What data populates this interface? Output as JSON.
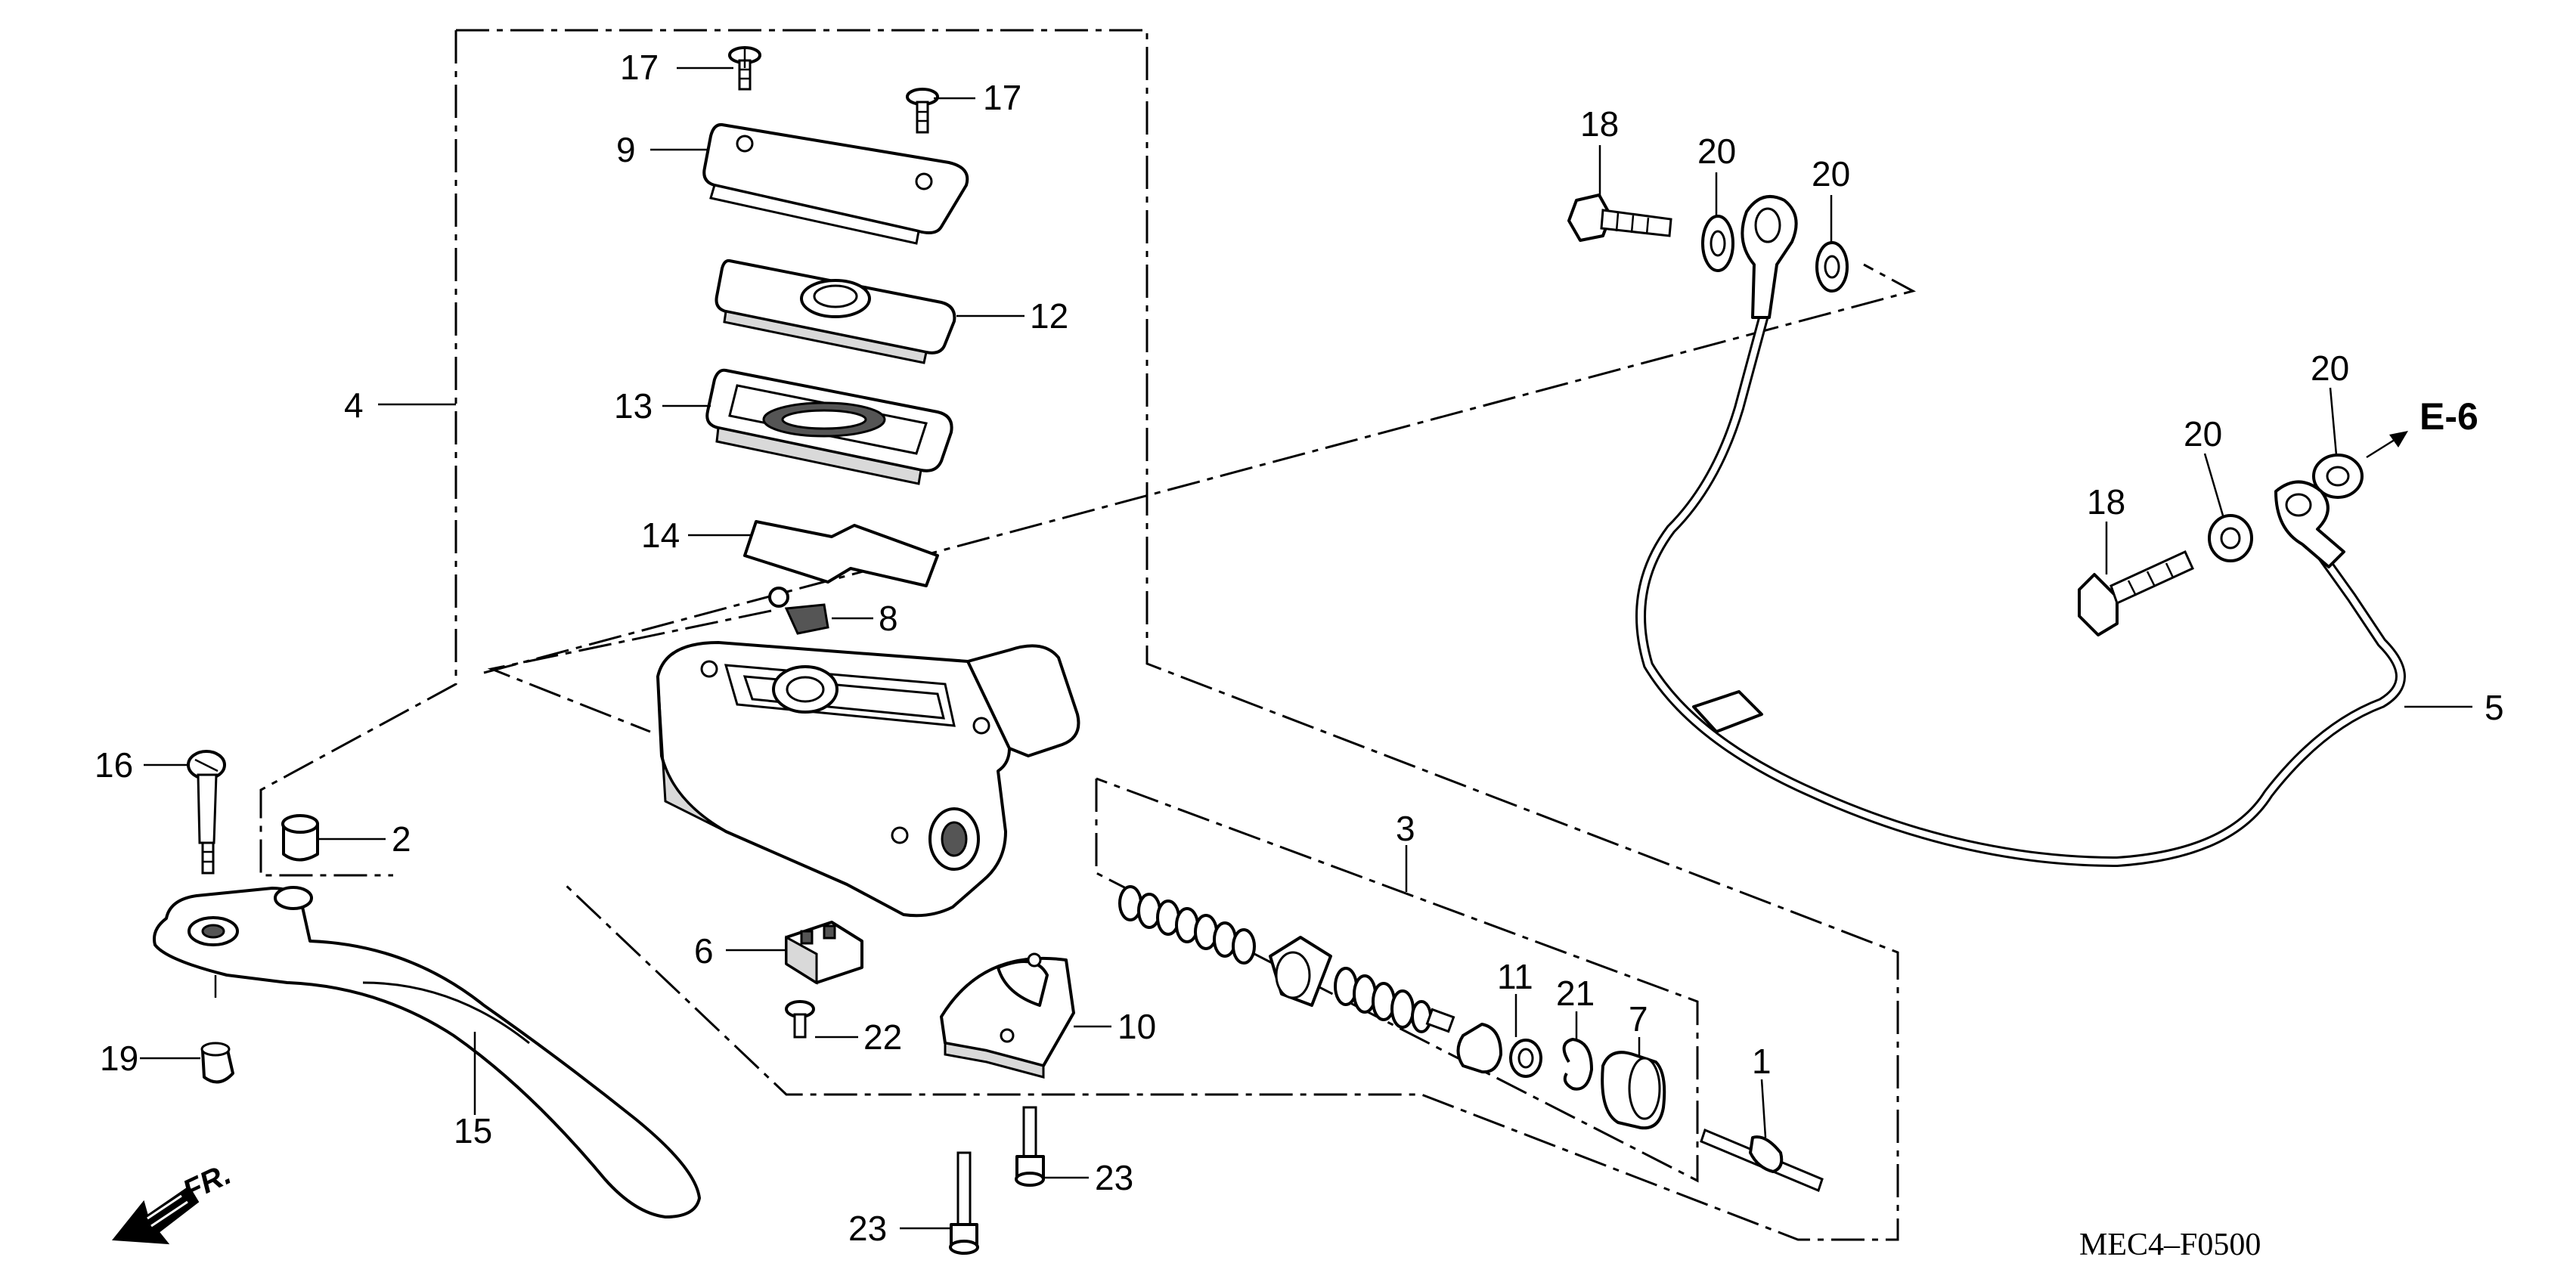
{
  "callouts": {
    "p1": "1",
    "p2": "2",
    "p3": "3",
    "p4": "4",
    "p5": "5",
    "p6": "6",
    "p7": "7",
    "p8": "8",
    "p9": "9",
    "p10": "10",
    "p11": "11",
    "p12": "12",
    "p13": "13",
    "p14": "14",
    "p15": "15",
    "p16": "16",
    "p17a": "17",
    "p17b": "17",
    "p18a": "18",
    "p18b": "18",
    "p19": "19",
    "p20a": "20",
    "p20b": "20",
    "p20c": "20",
    "p20d": "20",
    "p21": "21",
    "p22": "22",
    "p23a": "23",
    "p23b": "23"
  },
  "reference_label": "E-6",
  "front_arrow_label": "FR.",
  "diagram_code": "MEC4–F0500"
}
